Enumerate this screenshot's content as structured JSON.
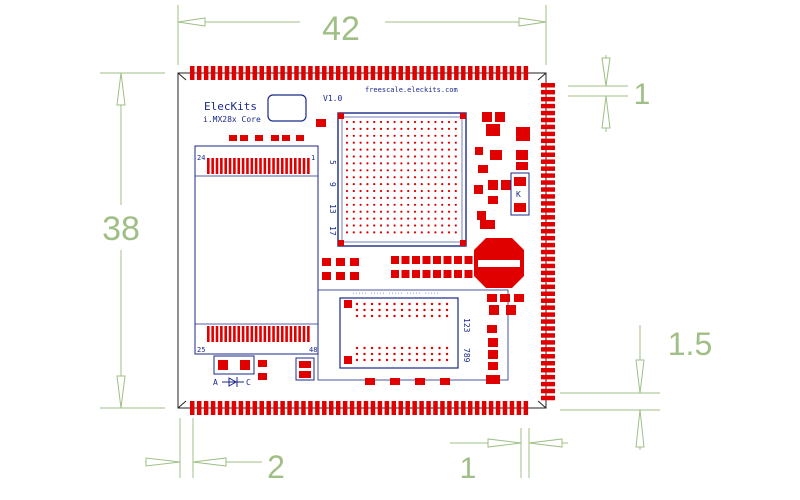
{
  "dimensions": {
    "width": "42",
    "height": "38",
    "pad_offset": "1",
    "edge_gap": "1.5",
    "castellation": "2",
    "pitch": "1"
  },
  "board": {
    "brand": "ElecKits",
    "module": "i.MX28x Core",
    "version": "V1.0",
    "website": "freescale.eleckits.com"
  },
  "connector": {
    "pin_24": "24",
    "pin_1": "1",
    "pin_25": "25",
    "pin_48": "48"
  },
  "bga_rows": [
    "5",
    "9",
    "13",
    "17"
  ],
  "lower_bga_labels": {
    "top": "123",
    "bottom": "789"
  },
  "diode_labels": {
    "anode": "A",
    "cathode": "C",
    "side_mark": "K"
  },
  "colors": {
    "dimension_lines": "#9fbf86",
    "pads": "#e00000",
    "silkscreen": "#1b2a8a",
    "outline": "#222222"
  }
}
